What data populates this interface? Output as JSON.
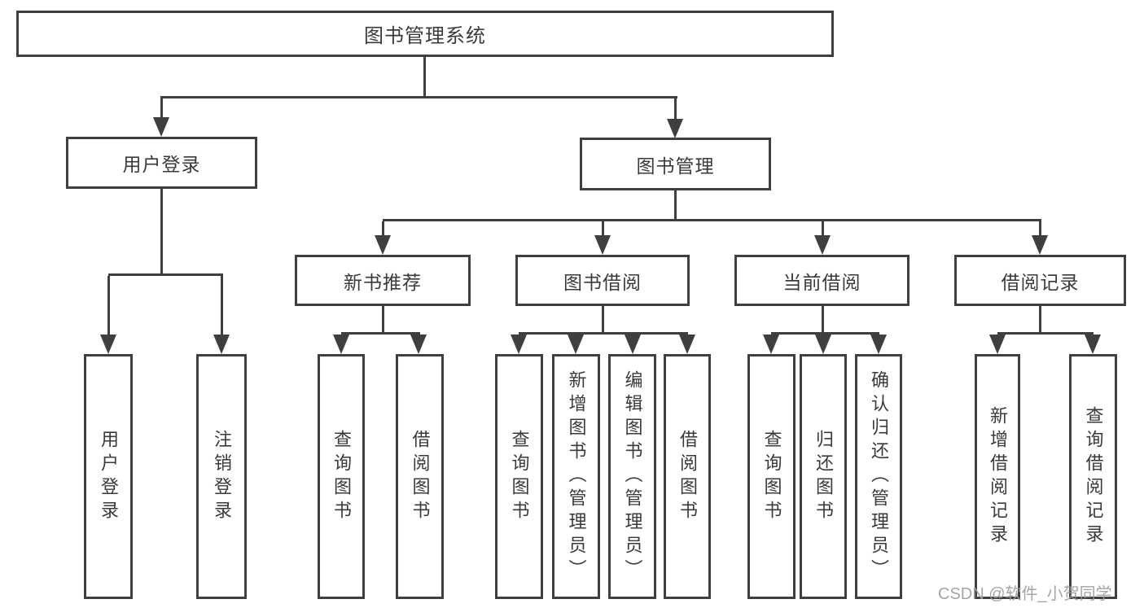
{
  "diagram": {
    "title": "图书管理系统",
    "level2": [
      {
        "label": "用户登录"
      },
      {
        "label": "图书管理"
      }
    ],
    "level3": [
      {
        "label": "新书推荐"
      },
      {
        "label": "图书借阅"
      },
      {
        "label": "当前借阅"
      },
      {
        "label": "借阅记录"
      }
    ],
    "leaves": {
      "user_login": [
        "用户登录",
        "注销登录"
      ],
      "new_book_recommendation": [
        "查询图书",
        "借阅图书"
      ],
      "book_borrowing": [
        "查询图书",
        "新增图书（管理员）",
        "编辑图书（管理员）",
        "借阅图书"
      ],
      "current_borrowing": [
        "查询图书",
        "归还图书",
        "确认归还（管理员）"
      ],
      "borrowing_records": [
        "新增借阅记录",
        "查询借阅记录"
      ]
    },
    "watermark": "CSDN @软件_小贺同学",
    "colors": {
      "line": "#3f3f3f",
      "text": "#3a3a3a",
      "background": "#ffffff",
      "watermark": "#9b9b9b"
    }
  }
}
